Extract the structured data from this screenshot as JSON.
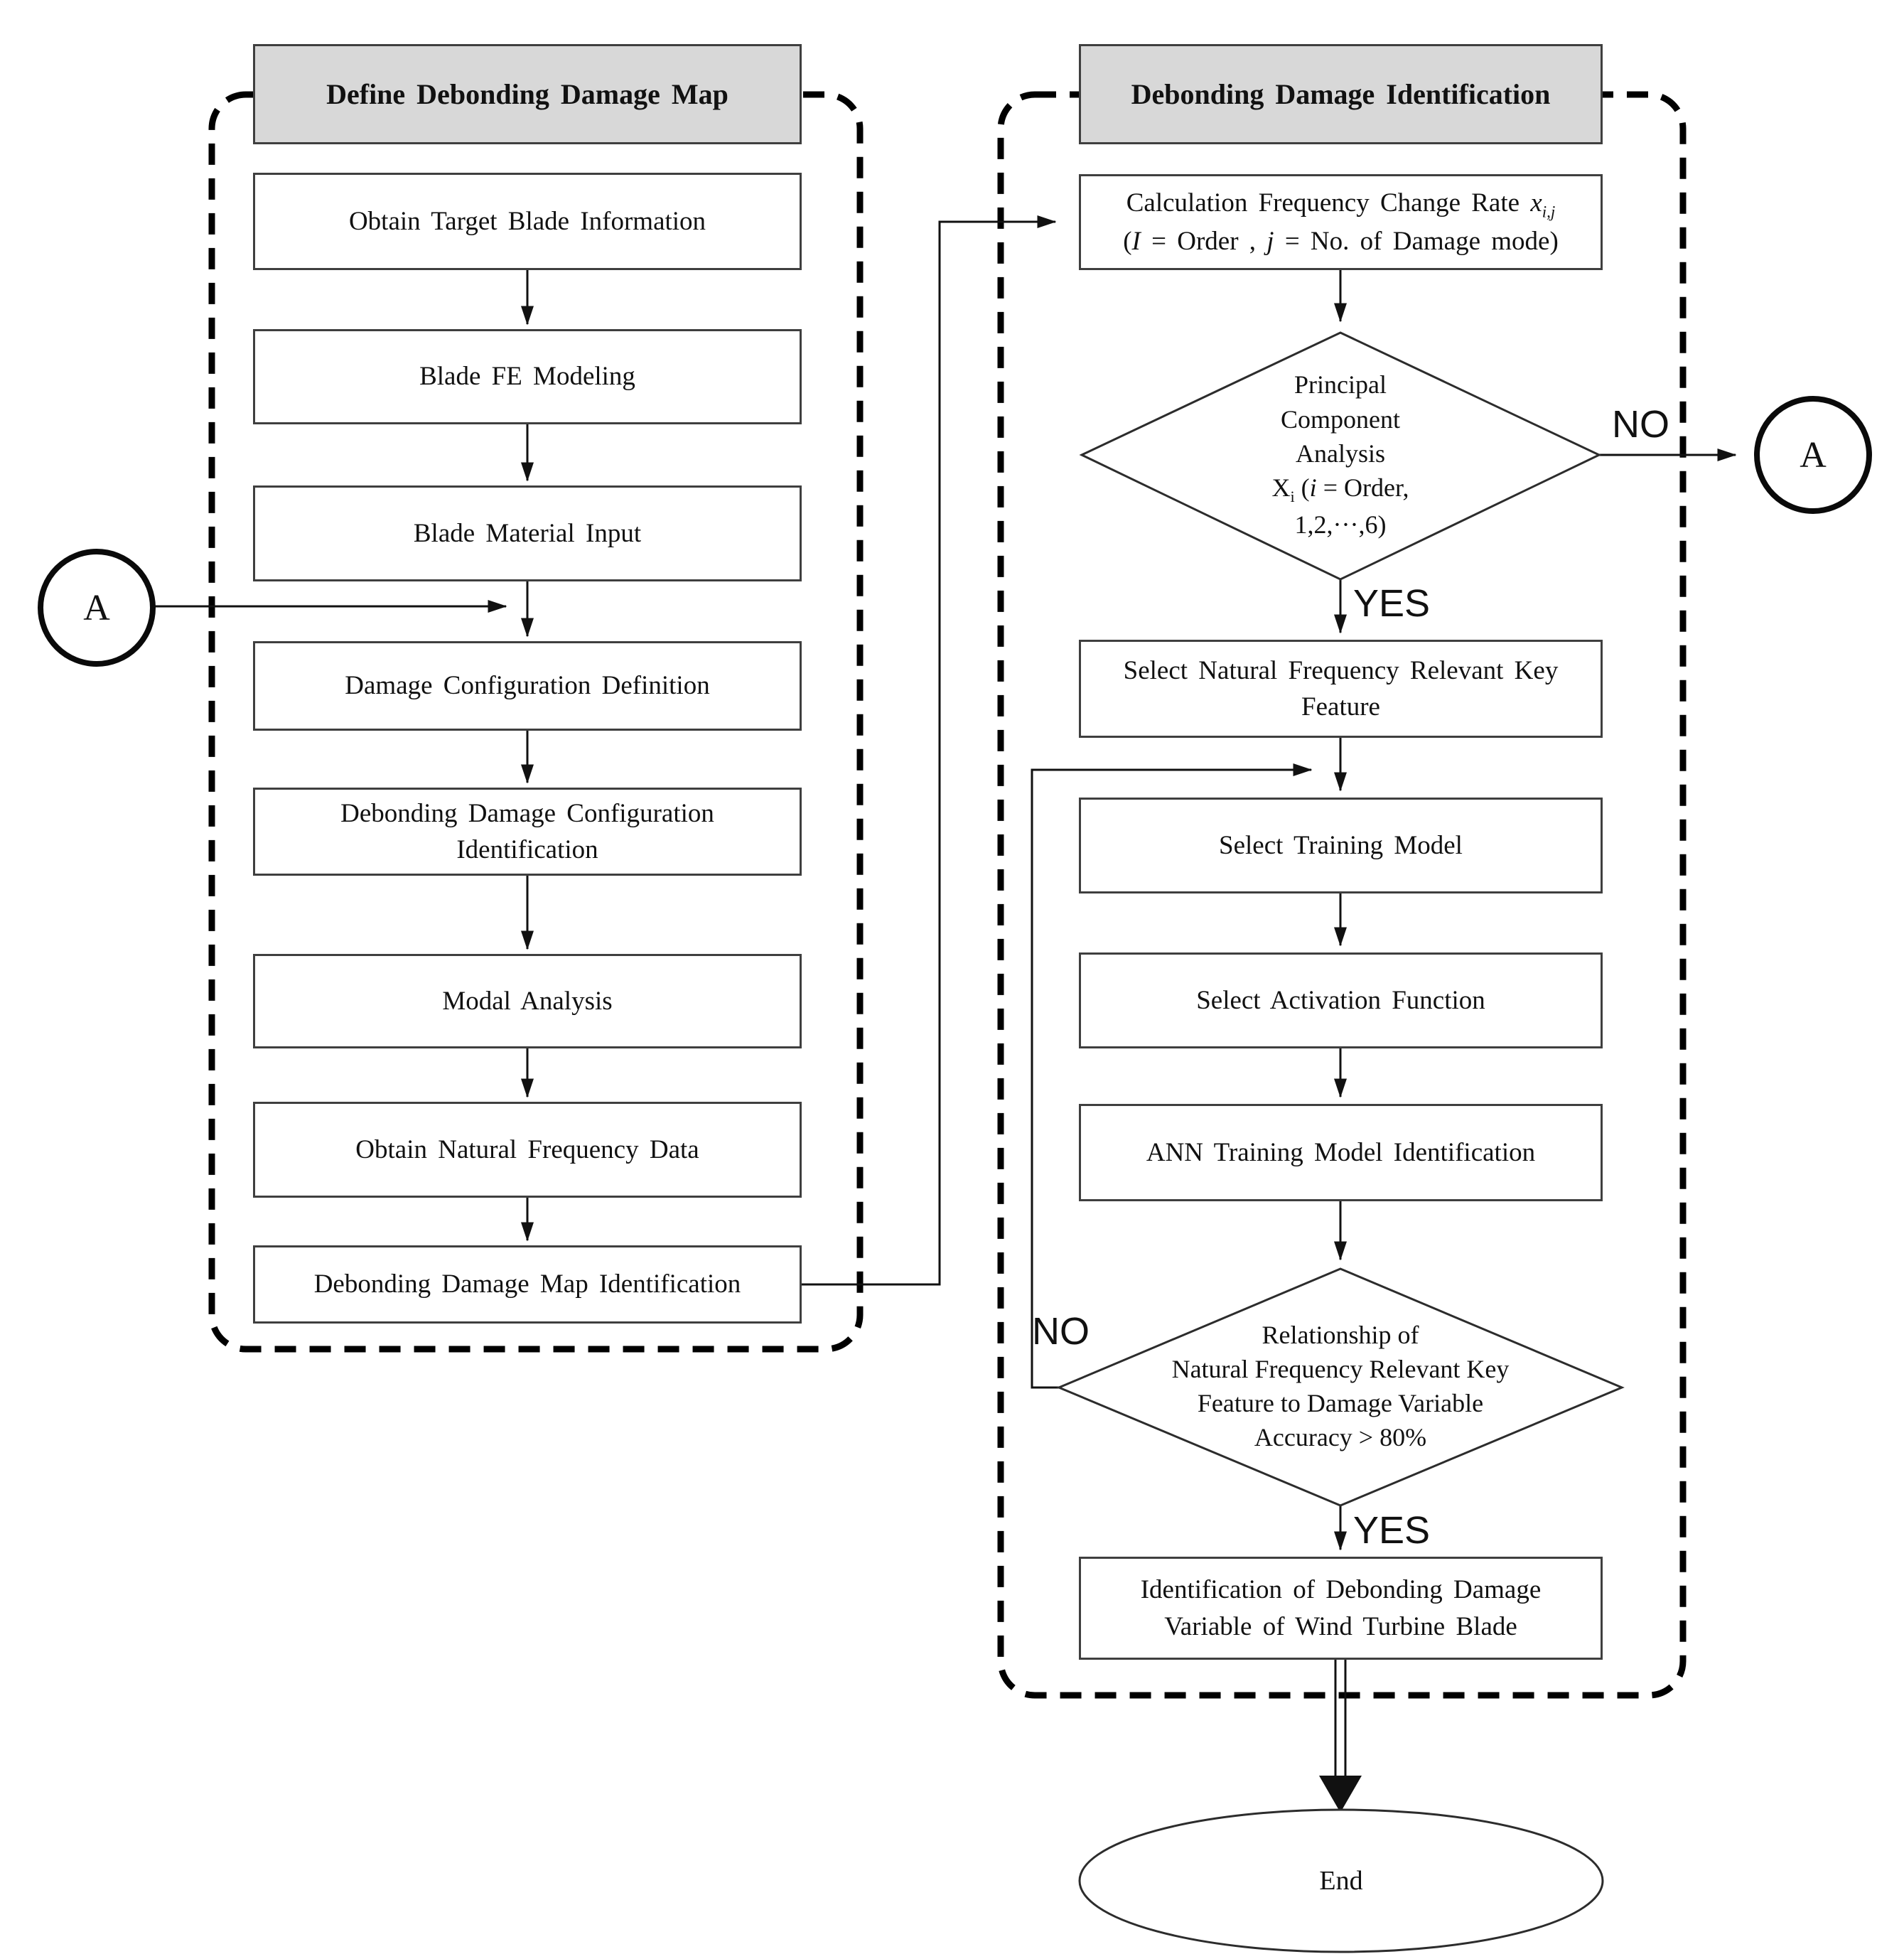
{
  "diagram": {
    "left_panel": {
      "title": "Define Debonding Damage Map",
      "steps": [
        "Obtain Target Blade Information",
        "Blade FE Modeling",
        "Blade Material Input",
        "Damage Configuration Definition",
        "Debonding Damage Configuration Identification",
        "Modal Analysis",
        "Obtain Natural Frequency Data",
        "Debonding Damage Map Identification"
      ]
    },
    "right_panel": {
      "title": "Debonding Damage Identification",
      "calc_box": {
        "l1_text": "Calculation Frequency Change Rate ",
        "l1_var": "x",
        "l1_sub": "i,j",
        "l2_a": "(",
        "l2_i": "I",
        "l2_b": " =  Order , ",
        "l2_j": "j",
        "l2_c": " = No. of Damage mode)"
      },
      "pca_diamond": {
        "l1": "Principal",
        "l2": "Component",
        "l3": "Analysis",
        "l4_x": "X",
        "l4_sub": "i",
        "l4_a": " (",
        "l4_i": "i",
        "l4_b": " = Order,",
        "l5": "1,2,···,6)"
      },
      "select_feature_box": "Select Natural Frequency Relevant Key Feature",
      "select_training_box": "Select Training Model",
      "select_activation_box": "Select Activation Function",
      "ann_box": "ANN Training Model Identification",
      "relationship_diamond": {
        "l1": "Relationship of",
        "l2": "Natural Frequency Relevant Key",
        "l3": "Feature to Damage Variable",
        "l4": "Accuracy > 80%"
      },
      "identification_box": "Identification of Debonding Damage Variable of Wind Turbine Blade",
      "end_label": "End"
    },
    "labels": {
      "yes1": "YES",
      "no1": "NO",
      "yes2": "YES",
      "no2": "NO",
      "connector_a_left": "A",
      "connector_a_right": "A"
    }
  }
}
